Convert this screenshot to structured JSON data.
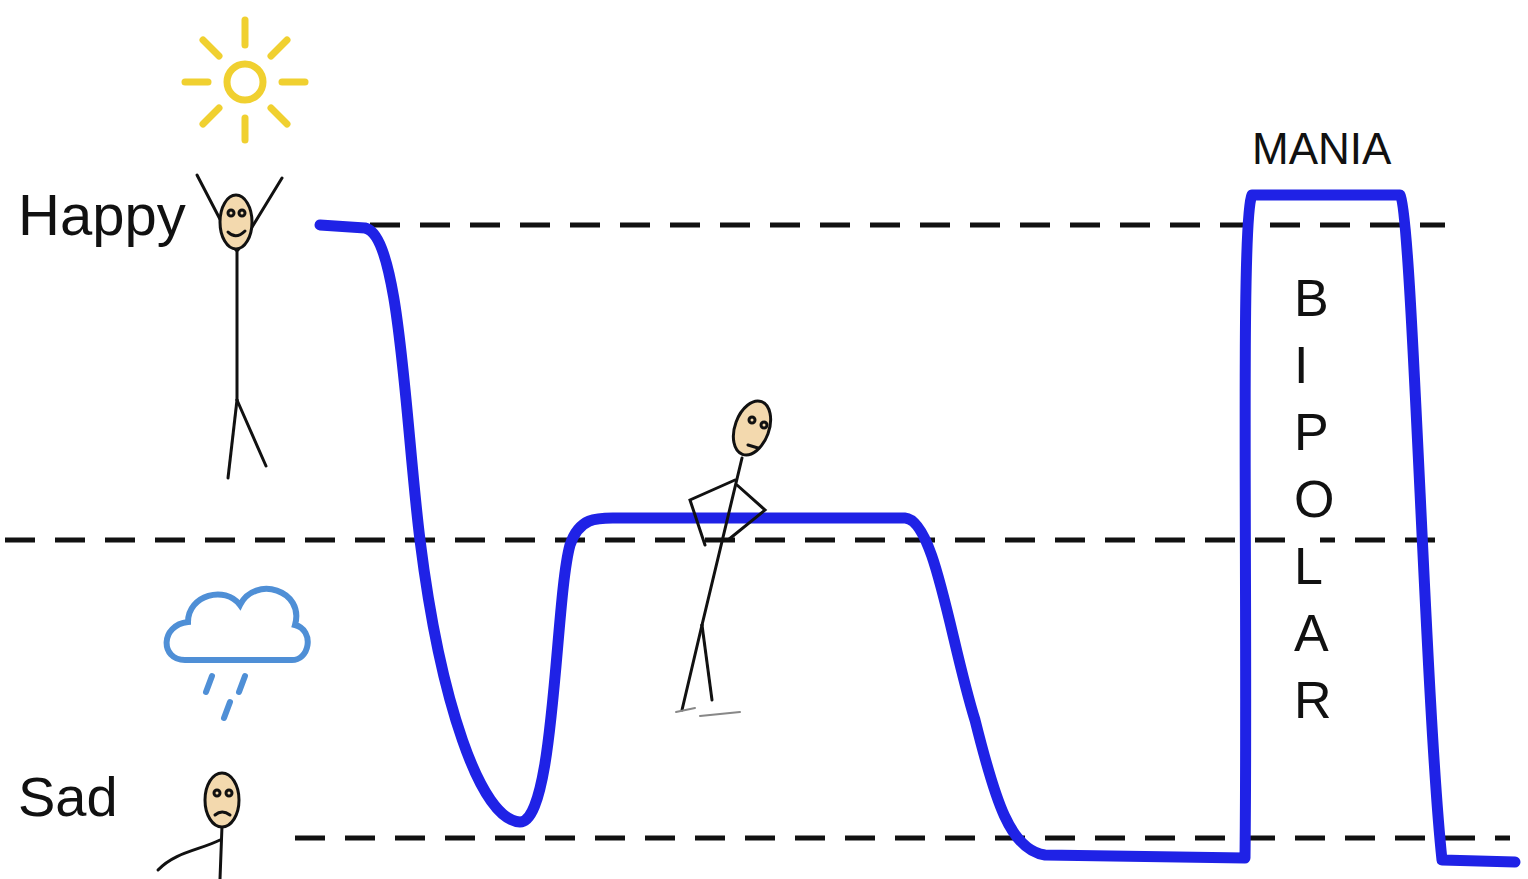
{
  "diagram": {
    "labels": [
      "Happy",
      "Sad",
      "MANIA",
      "BIPOLAR"
    ]
  }
}
